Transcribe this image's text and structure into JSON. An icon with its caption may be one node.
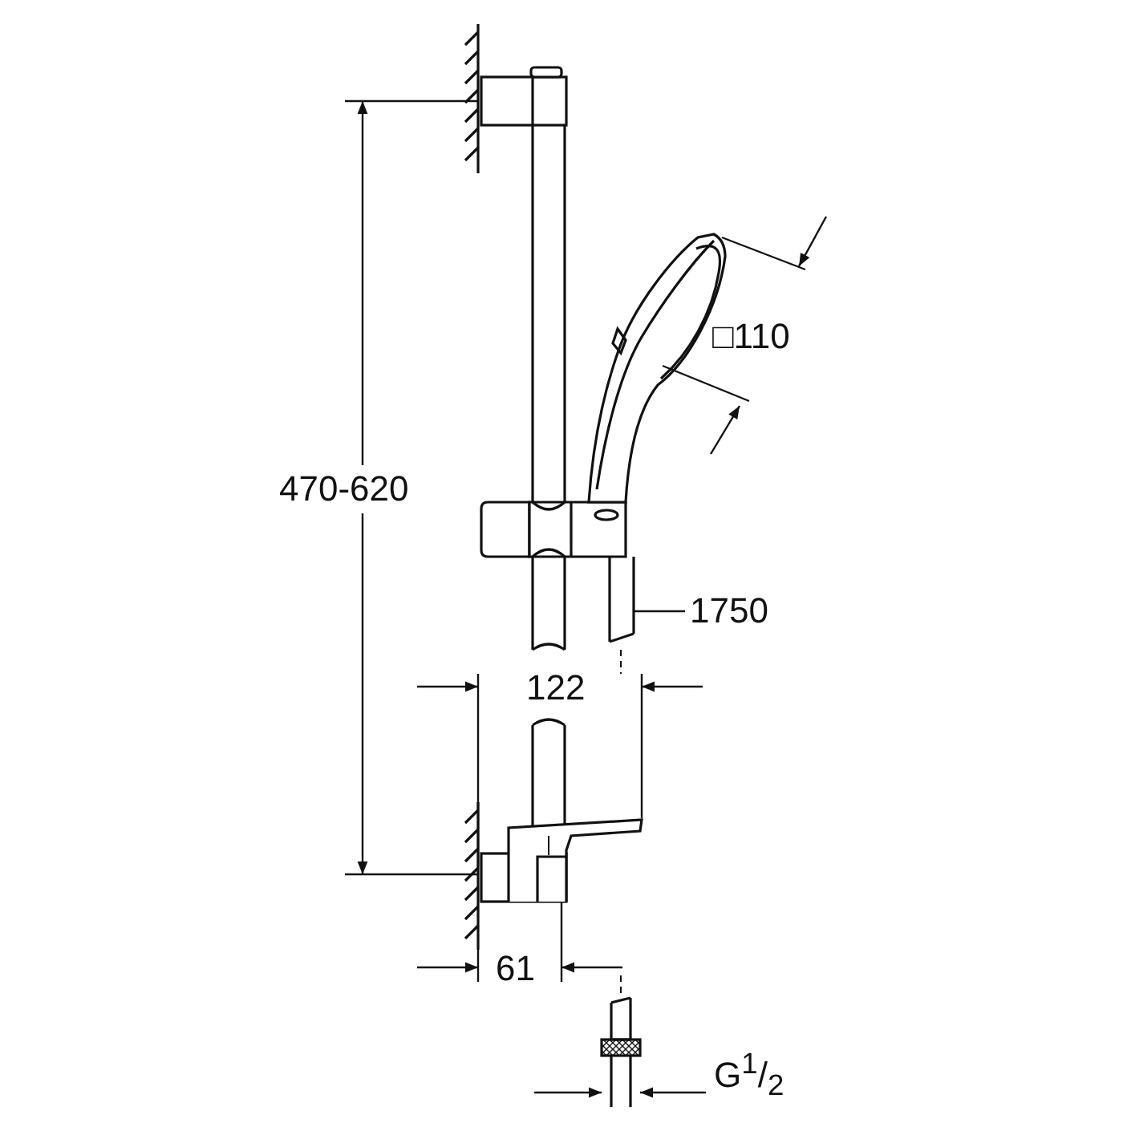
{
  "diagram": {
    "nodes": [
      {
        "text": [
          "1750"
        ]
      },
      {
        "text": [],
        "shape": "picture"
      }
    ],
    "edges": [
      {
        "from": 0,
        "to": 1,
        "arrow": "none"
      }
    ],
    "labels": [
      "470-620",
      "□110",
      "122",
      "61",
      "G$^{1}$/$_{2}$"
    ]
  }
}
